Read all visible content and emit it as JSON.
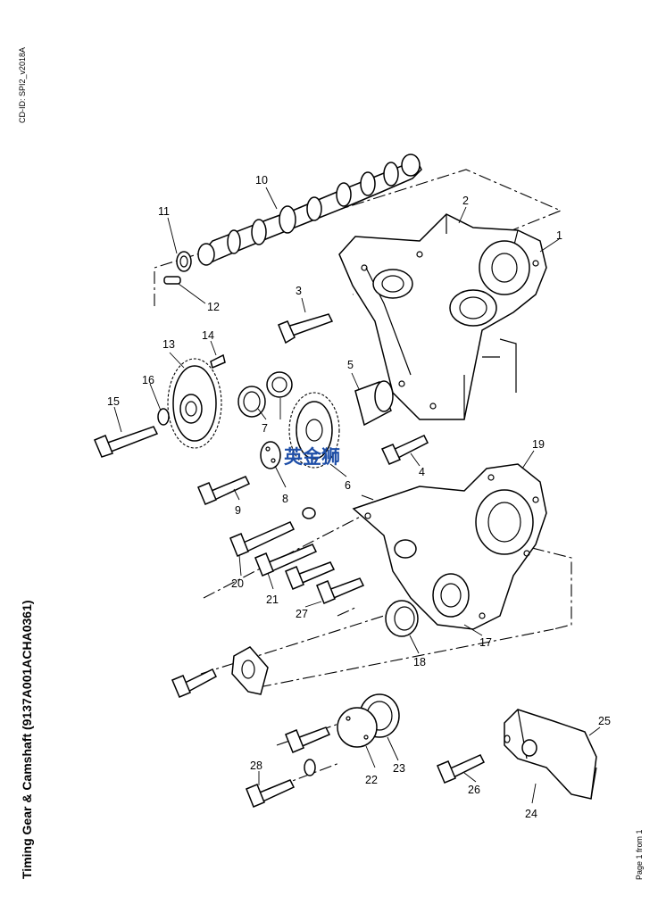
{
  "header": {
    "cd_id": "CD-ID: SPI2_v2018A"
  },
  "title": "Timing Gear & Camshaft (9137A001ACHA0361)",
  "footer": {
    "page": "Page 1 from 1"
  },
  "watermark": "英金狮",
  "callouts": [
    "1",
    "2",
    "3",
    "4",
    "5",
    "6",
    "7",
    "8",
    "9",
    "10",
    "11",
    "12",
    "13",
    "14",
    "15",
    "16",
    "17",
    "18",
    "19",
    "20",
    "21",
    "22",
    "23",
    "24",
    "25",
    "26",
    "27",
    "28"
  ]
}
